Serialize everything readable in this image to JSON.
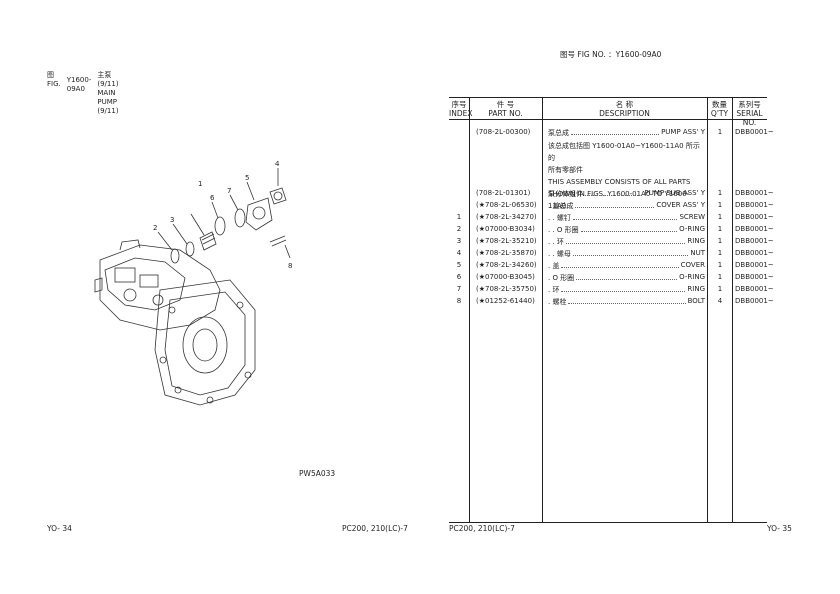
{
  "left_page": {
    "fig_label_cn": "图",
    "fig_label_en": "FIG.",
    "fig_number": "Y1600-09A0",
    "title_cn": "主泵 (9/11)",
    "title_en": "MAIN PUMP (9/11)",
    "callouts": [
      "1",
      "2",
      "3",
      "4",
      "5",
      "6",
      "7",
      "8"
    ],
    "drawing_code": "PW5A033",
    "page_number": "YO- 34",
    "model": "PC200, 210(LC)-7"
  },
  "right_page": {
    "header": "图号 FIG NO. ：Y1600-09A0",
    "table_headers": {
      "index_cn": "序号",
      "index_en": "INDEX",
      "part_cn": "件 号",
      "part_en": "PART NO.",
      "desc_cn": "名 称",
      "desc_en": "DESCRIPTION",
      "qty_cn": "数量",
      "qty_en": "Q'TY",
      "serial_cn": "系列号",
      "serial_en": "SERIAL NO."
    },
    "rows": [
      {
        "index": "",
        "part": "(708-2L-00300)",
        "cn": "泵总成",
        "en": "PUMP ASS' Y",
        "qty": "1",
        "serial": "DBB0001~"
      },
      {
        "index": "",
        "part": "(708-2L-01301)",
        "cn": "泵分体组件",
        "en": "PUMP SUB ASS' Y",
        "qty": "1",
        "serial": "DBB0001~"
      },
      {
        "index": "",
        "part": "(★708-2L-06530)",
        "cn": ". 盖总成",
        "en": "COVER ASS' Y",
        "qty": "1",
        "serial": "DBB0001~"
      },
      {
        "index": "1",
        "part": "(★708-2L-34270)",
        "cn": ". . 螺钉",
        "en": "SCREW",
        "qty": "1",
        "serial": "DBB0001~"
      },
      {
        "index": "2",
        "part": "(★07000-B3034)",
        "cn": ". . O 形圈",
        "en": "O-RING",
        "qty": "1",
        "serial": "DBB0001~"
      },
      {
        "index": "3",
        "part": "(★708-2L-35210)",
        "cn": ". . 环",
        "en": "RING",
        "qty": "1",
        "serial": "DBB0001~"
      },
      {
        "index": "4",
        "part": "(★708-2L-35870)",
        "cn": ". . 螺母",
        "en": "NUT",
        "qty": "1",
        "serial": "DBB0001~"
      },
      {
        "index": "5",
        "part": "(★708-2L-34260)",
        "cn": ". 盖",
        "en": "COVER",
        "qty": "1",
        "serial": "DBB0001~"
      },
      {
        "index": "6",
        "part": "(★07000-B3045)",
        "cn": ". O 形圈",
        "en": "O-RING",
        "qty": "1",
        "serial": "DBB0001~"
      },
      {
        "index": "7",
        "part": "(★708-2L-35750)",
        "cn": ". 环",
        "en": "RING",
        "qty": "1",
        "serial": "DBB0001~"
      },
      {
        "index": "8",
        "part": "(★01252-61440)",
        "cn": ". 螺栓",
        "en": "BOLT",
        "qty": "4",
        "serial": "DBB0001~"
      }
    ],
    "note_lines": [
      "该总成包括图 Y1600-01A0~Y1600-11A0 所示的",
      "所有零部件",
      "THIS ASSEMBLY CONSISTS OF ALL PARTS",
      "SHOWN IN FIGS. Y1600-01A0 TO Y1600-11A0."
    ],
    "model": "PC200, 210(LC)-7",
    "page_number": "YO- 35"
  }
}
